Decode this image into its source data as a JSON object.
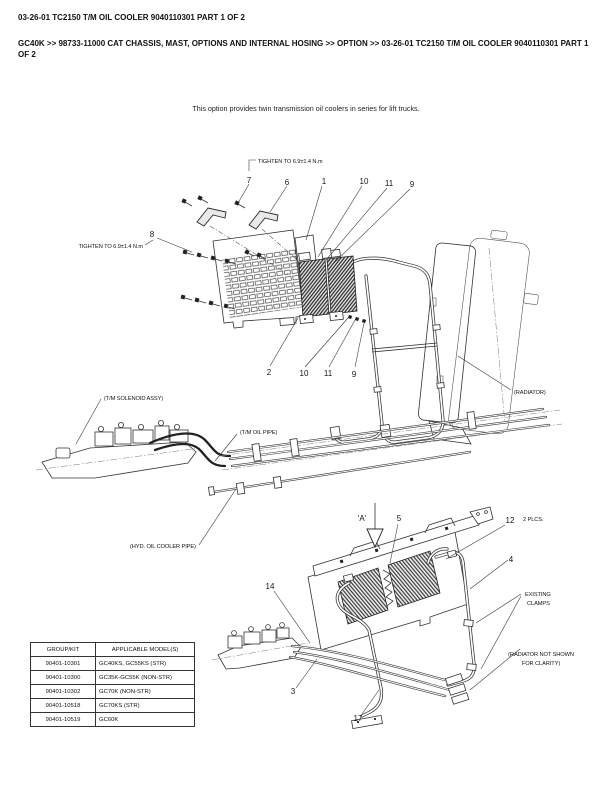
{
  "page": {
    "title": "03-26-01 TC2150 T/M OIL COOLER 9040110301 PART 1 OF 2",
    "breadcrumb": "GC40K >> 98733-11000 CAT CHASSIS, MAST, OPTIONS AND INTERNAL HOSING >> OPTION >> 03-26-01 TC2150 T/M OIL COOLER 9040110301 PART 1 OF 2",
    "description": "This option provides twin transmission oil coolers in series for lift trucks."
  },
  "diagram_top": {
    "tighten_top": "TIGHTEN TO 6.9±1.4 N.m",
    "tighten_left": "TIGHTEN TO 6.9±1.4 N.m",
    "radiator_label": "(RADIATOR)",
    "callout_7": "7",
    "callout_6": "6",
    "callout_1": "1",
    "callout_10_top": "10",
    "callout_11_top": "11",
    "callout_9_top": "9",
    "callout_8": "8",
    "callout_2": "2",
    "callout_10_bottom": "10",
    "callout_11_bottom": "11",
    "callout_9_bottom": "9"
  },
  "diagram_middle": {
    "solenoid_label": "(T/M SOLENOID ASSY)",
    "tm_oil_pipe_label": "(T/M OIL PIPE)",
    "hyd_pipe_label": "(HYD. OIL COOLER PIPE)"
  },
  "diagram_bottom": {
    "view_label": "'A'",
    "callout_5": "5",
    "callout_12": "12",
    "plcs_note": "2 PLCS.",
    "callout_4": "4",
    "existing_clamps_1": "EXISTING",
    "existing_clamps_2": "CLAMPS",
    "radiator_note_1": "(RADIATOR NOT SHOWN",
    "radiator_note_2": "FOR CLARITY)",
    "callout_14": "14",
    "callout_3": "3",
    "callout_17": "17"
  },
  "table": {
    "headers": [
      "GROUP/KIT",
      "APPLICABLE MODEL(S)"
    ],
    "rows": [
      [
        "90401-10301",
        "GC40KS, GC55KS (STR)"
      ],
      [
        "90401-10300",
        "GC35K-GC55K (NON-STR)"
      ],
      [
        "90401-10302",
        "GC70K (NON-STR)"
      ],
      [
        "90401-10518",
        "GC70KS (STR)"
      ],
      [
        "90401-10519",
        "GC60K"
      ]
    ]
  },
  "colors": {
    "ink": "#141414",
    "line": "#333333"
  }
}
